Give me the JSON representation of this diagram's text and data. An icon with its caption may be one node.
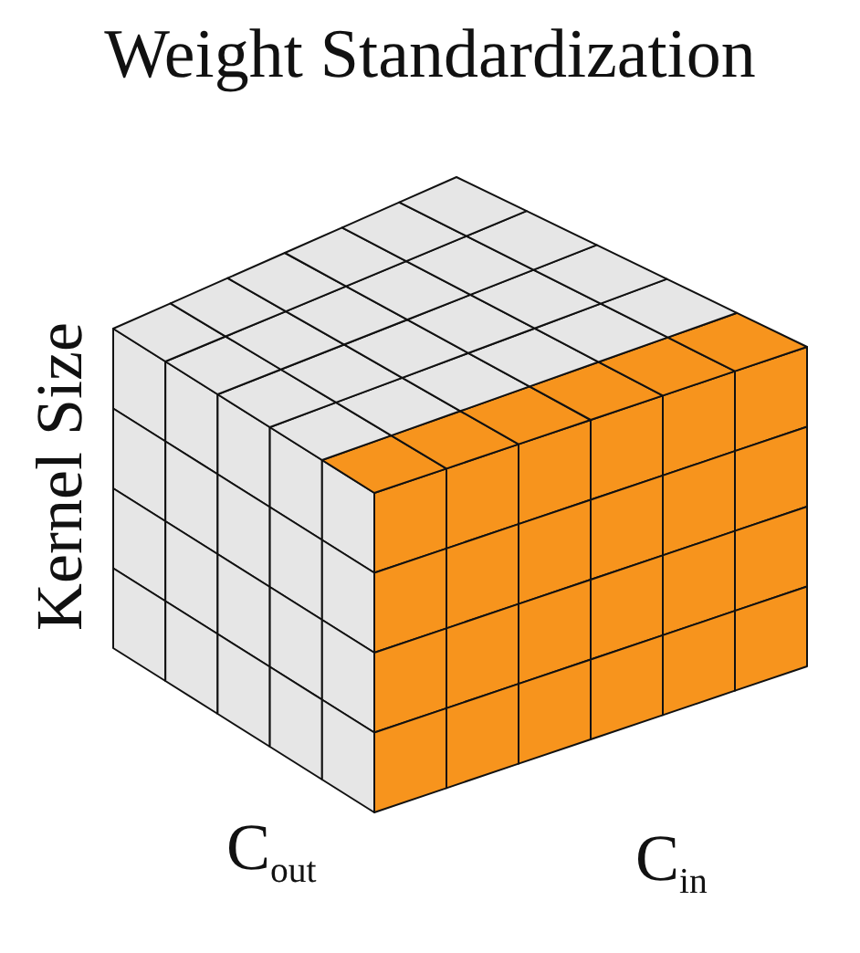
{
  "diagram": {
    "title": "Weight Standardization",
    "labels": [
      "Kernel Size",
      "C$_{out}$",
      "C$_{in}$"
    ]
  }
}
